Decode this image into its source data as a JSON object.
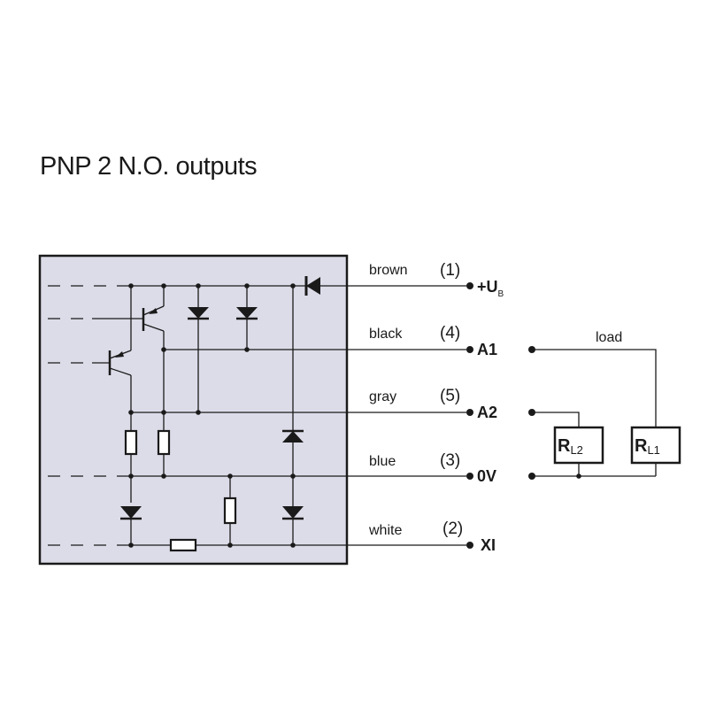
{
  "title": "PNP 2 N.O. outputs",
  "wires": [
    {
      "color": "brown",
      "pin": "(1)",
      "terminal": "+U",
      "terminal_sub": "B"
    },
    {
      "color": "black",
      "pin": "(4)",
      "terminal": "A1",
      "terminal_sub": ""
    },
    {
      "color": "gray",
      "pin": "(5)",
      "terminal": "A2",
      "terminal_sub": ""
    },
    {
      "color": "blue",
      "pin": "(3)",
      "terminal": "0V",
      "terminal_sub": ""
    },
    {
      "color": "white",
      "pin": "(2)",
      "terminal": "XI",
      "terminal_sub": ""
    }
  ],
  "load_label": "load",
  "loads": [
    {
      "main": "R",
      "sub": "L2"
    },
    {
      "main": "R",
      "sub": "L1"
    }
  ],
  "colors": {
    "housing_fill": "#dcdce9",
    "line": "#1a1a1a"
  }
}
